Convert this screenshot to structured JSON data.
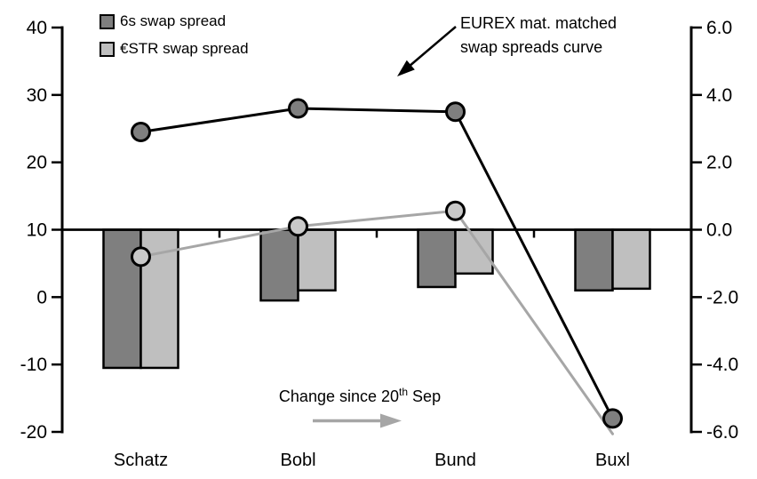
{
  "palette": {
    "dark_gray": "#7f7f7f",
    "light_gray": "#bfbfbf",
    "marker_light_fill": "#c9c9c9",
    "line_black": "#000000",
    "line_gray": "#a6a6a6",
    "axis_color": "#000000"
  },
  "legend": {
    "items": [
      {
        "label": "6s swap spread",
        "color": "#7f7f7f"
      },
      {
        "label": "€STR swap spread",
        "color": "#bfbfbf"
      }
    ]
  },
  "annotations": {
    "curve_note": "EUREX mat. matched\nswap spreads curve",
    "change_prefix": "Change since 20",
    "change_sup": "th",
    "change_suffix": " Sep"
  },
  "chart_data": {
    "type": "combo bar+line, dual axis",
    "categories": [
      "Schatz",
      "Bobl",
      "Bund",
      "Buxl"
    ],
    "left_axis": {
      "label_values": [
        "40",
        "30",
        "20",
        "10",
        "0",
        "-10",
        "-20"
      ],
      "min": -20,
      "max": 40
    },
    "right_axis": {
      "label_values": [
        "6.0",
        "4.0",
        "2.0",
        "0.0",
        "-2.0",
        "-4.0",
        "-6.0"
      ],
      "min": -6,
      "max": 6
    },
    "bar_series": [
      {
        "name": "6s swap spread",
        "axis": "right",
        "color": "#7f7f7f",
        "values": [
          -4.1,
          -2.1,
          -1.7,
          -1.8
        ]
      },
      {
        "name": "€STR swap spread",
        "axis": "right",
        "color": "#bfbfbf",
        "values": [
          -4.1,
          -1.8,
          -1.3,
          -1.75
        ]
      }
    ],
    "line_series": [
      {
        "name": "6s swap spread",
        "axis": "left",
        "color": "#000000",
        "marker_fill": "#7f7f7f",
        "values": [
          24.5,
          28.0,
          27.5,
          -18.0
        ],
        "markers": [
          true,
          true,
          true,
          true
        ]
      },
      {
        "name": "€STR swap spread",
        "axis": "left",
        "color": "#a6a6a6",
        "marker_fill": "#c9c9c9",
        "values": [
          6.0,
          10.5,
          12.8,
          -20.3
        ],
        "markers": [
          true,
          true,
          true,
          false
        ]
      }
    ],
    "grid": false,
    "legend_position": "top-left-inside"
  }
}
